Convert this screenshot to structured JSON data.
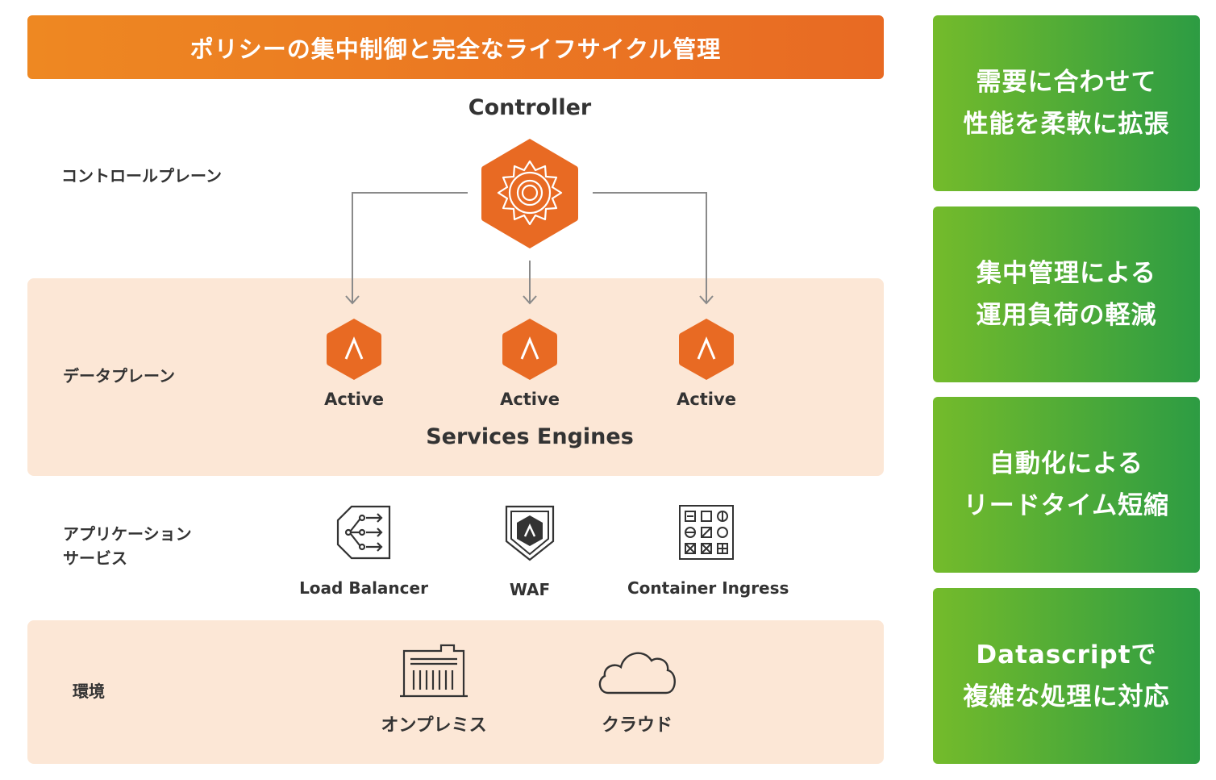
{
  "header": {
    "title": "ポリシーの集中制御と完全なライフサイクル管理"
  },
  "rows": {
    "control_plane": "コントロールプレーン",
    "data_plane": "データプレーン",
    "app_services_line1": "アプリケーション",
    "app_services_line2": "サービス",
    "environment": "環境"
  },
  "controller": {
    "title": "Controller",
    "icon": "gear-icon"
  },
  "engines": {
    "items": [
      {
        "label": "Active",
        "icon": "chevron-up-icon"
      },
      {
        "label": "Active",
        "icon": "chevron-up-icon"
      },
      {
        "label": "Active",
        "icon": "chevron-up-icon"
      }
    ],
    "title": "Services Engines"
  },
  "app_services": [
    {
      "label": "Load Balancer",
      "icon": "load-balancer-icon"
    },
    {
      "label": "WAF",
      "icon": "shield-icon"
    },
    {
      "label": "Container Ingress",
      "icon": "container-grid-icon"
    }
  ],
  "environments": [
    {
      "label": "オンプレミス",
      "icon": "datacenter-icon"
    },
    {
      "label": "クラウド",
      "icon": "cloud-icon"
    }
  ],
  "benefits": [
    {
      "line1": "需要に合わせて",
      "line2": "性能を柔軟に拡張"
    },
    {
      "line1": "集中管理による",
      "line2": "運用負荷の軽減"
    },
    {
      "line1": "自動化による",
      "line2": "リードタイム短縮"
    },
    {
      "line1": "Datascriptで",
      "line2": "複雑な処理に対応"
    }
  ],
  "colors": {
    "orange": "#e86a23",
    "banner_start": "#ee8822",
    "band": "#fce7d6",
    "green_start": "#74bb2b",
    "green_end": "#2d9c43",
    "connector": "#8a8a8a",
    "text": "#333333"
  }
}
